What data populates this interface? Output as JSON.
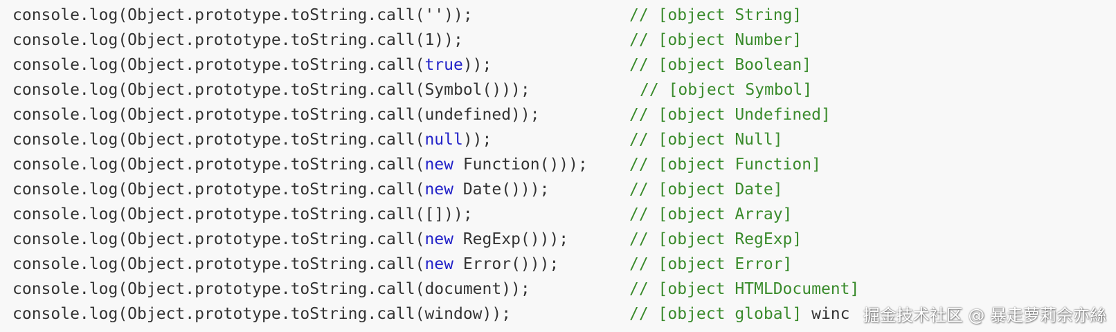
{
  "colors": {
    "background": "#f8f8f8",
    "code": "#333333",
    "keyword": "#2222c8",
    "comment": "#3a8b2c"
  },
  "lines": [
    {
      "pre": "console.log(Object.prototype.toString.call(",
      "kw": "",
      "post": "''));",
      "comment": "// [object String]",
      "tail": ""
    },
    {
      "pre": "console.log(Object.prototype.toString.call(",
      "kw": "",
      "post": "1));",
      "comment": "// [object Number]",
      "tail": ""
    },
    {
      "pre": "console.log(Object.prototype.toString.call(",
      "kw": "true",
      "post": "));",
      "comment": "// [object Boolean]",
      "tail": ""
    },
    {
      "pre": "console.log(Object.prototype.toString.call(",
      "kw": "",
      "post": "Symbol()));",
      "comment": "// [object Symbol]",
      "tail": ""
    },
    {
      "pre": "console.log(Object.prototype.toString.call(",
      "kw": "",
      "post": "undefined));",
      "comment": "// [object Undefined]",
      "tail": ""
    },
    {
      "pre": "console.log(Object.prototype.toString.call(",
      "kw": "null",
      "post": "));",
      "comment": "// [object Null]",
      "tail": ""
    },
    {
      "pre": "console.log(Object.prototype.toString.call(",
      "kw": "new",
      "post": " Function()));",
      "comment": "// [object Function]",
      "tail": ""
    },
    {
      "pre": "console.log(Object.prototype.toString.call(",
      "kw": "new",
      "post": " Date()));",
      "comment": "// [object Date]",
      "tail": ""
    },
    {
      "pre": "console.log(Object.prototype.toString.call(",
      "kw": "",
      "post": "[]));",
      "comment": "// [object Array]",
      "tail": ""
    },
    {
      "pre": "console.log(Object.prototype.toString.call(",
      "kw": "new",
      "post": " RegExp()));",
      "comment": "// [object RegExp]",
      "tail": ""
    },
    {
      "pre": "console.log(Object.prototype.toString.call(",
      "kw": "new",
      "post": " Error()));",
      "comment": "// [object Error]",
      "tail": ""
    },
    {
      "pre": "console.log(Object.prototype.toString.call(",
      "kw": "",
      "post": "document));",
      "comment": "// [object HTMLDocument]",
      "tail": ""
    },
    {
      "pre": "console.log(Object.prototype.toString.call(",
      "kw": "",
      "post": "window));",
      "comment": "// [object global]",
      "tail": " winc"
    }
  ],
  "watermark": "掘金技术社区 @ 暴走萝莉佘亦絲"
}
